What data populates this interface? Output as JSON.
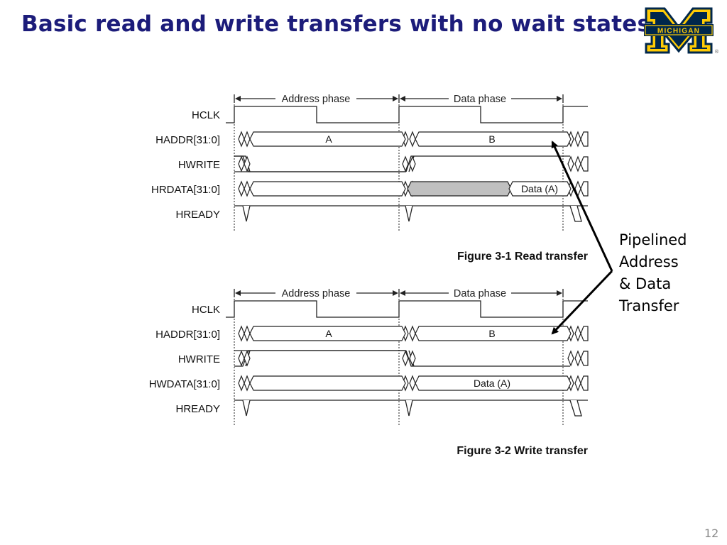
{
  "slide": {
    "title": "Basic read and write transfers with no wait states",
    "page_number": "12"
  },
  "logo": {
    "text": "MICHIGAN",
    "gold": "#ffcb05",
    "blue": "#00274c"
  },
  "colors": {
    "title": "#1c1c7a",
    "shaded_bus": "#c0c0c0"
  },
  "annotation": {
    "lines": [
      "Pipelined",
      "Address",
      "& Data",
      "Transfer"
    ]
  },
  "figures": [
    {
      "caption": "Figure 3-1 Read transfer",
      "phases": [
        "Address phase",
        "Data phase"
      ],
      "signals": [
        "HCLK",
        "HADDR[31:0]",
        "HWRITE",
        "HRDATA[31:0]",
        "HREADY"
      ],
      "haddr_values": [
        "A",
        "B"
      ],
      "data_value": "Data (A)"
    },
    {
      "caption": "Figure 3-2 Write transfer",
      "phases": [
        "Address phase",
        "Data phase"
      ],
      "signals": [
        "HCLK",
        "HADDR[31:0]",
        "HWRITE",
        "HWDATA[31:0]",
        "HREADY"
      ],
      "haddr_values": [
        "A",
        "B"
      ],
      "data_value": "Data (A)"
    }
  ]
}
